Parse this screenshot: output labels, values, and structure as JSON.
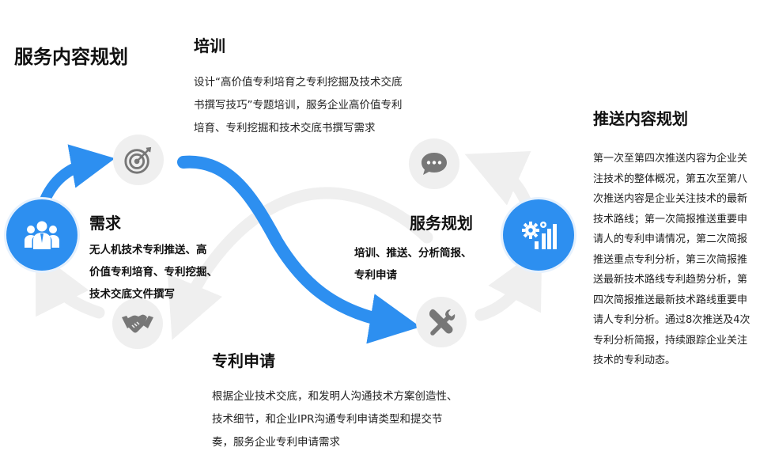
{
  "title": "服务内容规划",
  "training": {
    "title": "培训",
    "lines": [
      "设计“高价值专利培育之专利挖掘及技术交底",
      "书撰写技巧”专题培训，服务企业高价值专利",
      "培育、专利挖掘和技术交底书撰写需求"
    ]
  },
  "demand": {
    "title": "需求",
    "lines": [
      "无人机技术专利推送、高",
      "价值专利培育、专利挖掘、",
      "技术交底文件撰写"
    ]
  },
  "service": {
    "title": "服务规划",
    "lines": [
      "培训、推送、分析简报、",
      "专利申请"
    ]
  },
  "patent": {
    "title": "专利申请",
    "lines": [
      "根据企业技术交底，和发明人沟通技术方案创造性、",
      "技术细节，和企业IPR沟通专利申请类型和提交节",
      "奏，服务企业专利申请需求"
    ]
  },
  "push": {
    "title": "推送内容规划",
    "lines": [
      "第一次至第四次推送内容为企业关",
      "注技术的整体概况，第五次至第八",
      "次推送内容是企业关注技术的最新",
      "技术路线；第一次简报推送重要申",
      "请人的专利申请情况，第二次简报",
      "推送重点专利分析，第三次简报推",
      "送最新技术路线专利趋势分析，第",
      "四次简报推送最新技术路线重要申",
      "请人专利分析。通过8次推送及4次",
      "专利分析简报，持续跟踪企业关注",
      "技术的专利动态。"
    ]
  },
  "icons": {
    "target": "target-icon",
    "chat": "chat-bubble-icon",
    "team": "team-icon",
    "gear_chart": "gear-chart-icon",
    "handshake": "handshake-icon",
    "tools": "tools-icon"
  },
  "colors": {
    "blue": "#2d8ff0",
    "gray_arrow": "#efefef",
    "icon_gray": "#777777"
  }
}
